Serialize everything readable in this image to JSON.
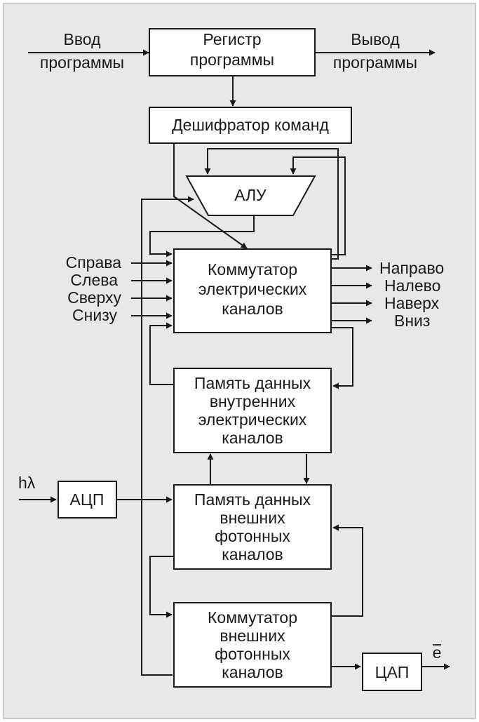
{
  "colors": {
    "background": "#e8e8ea",
    "border": "#c9c9cc",
    "ink": "#1a1a1a",
    "box_fill": "#ffffff"
  },
  "labels": {
    "input_program": [
      "Ввод",
      "программы"
    ],
    "output_program": [
      "Вывод",
      "программы"
    ],
    "program_register": [
      "Регистр",
      "программы"
    ],
    "command_decoder": "Дешифратор команд",
    "alu": "АЛУ",
    "electric_switch": [
      "Коммутатор",
      "электрических",
      "каналов"
    ],
    "inputs": [
      "Справа",
      "Слева",
      "Сверху",
      "Снизу"
    ],
    "outputs": [
      "Направо",
      "Налево",
      "Наверх",
      "Вниз"
    ],
    "internal_memory": [
      "Память данных",
      "внутренних",
      "электрических",
      "каналов"
    ],
    "light_input": "hλ",
    "adc": "АЦП",
    "external_memory": [
      "Память данных",
      "внешних",
      "фотонных",
      "каналов"
    ],
    "photon_switch": [
      "Коммутатор",
      "внешних",
      "фотонных",
      "каналов"
    ],
    "dac": "ЦАП",
    "output_e": "e"
  }
}
